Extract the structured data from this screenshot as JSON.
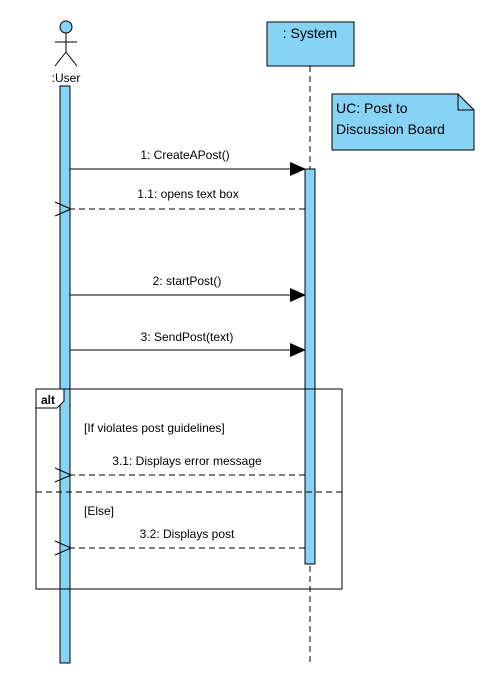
{
  "actor": {
    "label": ":User"
  },
  "system": {
    "label": ": System"
  },
  "note": {
    "line1": "UC: Post to",
    "line2": "Discussion Board"
  },
  "messages": [
    {
      "id": "m1",
      "label": "1: CreateAPost()",
      "kind": "call"
    },
    {
      "id": "m1_1",
      "label": "1.1: opens text box",
      "kind": "return"
    },
    {
      "id": "m2",
      "label": "2: startPost()",
      "kind": "call"
    },
    {
      "id": "m3",
      "label": "3: SendPost(text)",
      "kind": "call"
    },
    {
      "id": "m3_1",
      "label": "3.1: Displays error message",
      "kind": "return"
    },
    {
      "id": "m3_2",
      "label": "3.2: Displays post",
      "kind": "return"
    }
  ],
  "fragment": {
    "operator": "alt",
    "guard1": "[If violates post guidelines]",
    "guard2": "[Else]"
  },
  "colors": {
    "fill": "#87d3f5",
    "stroke": "#000000",
    "lifeline": "#000000"
  }
}
